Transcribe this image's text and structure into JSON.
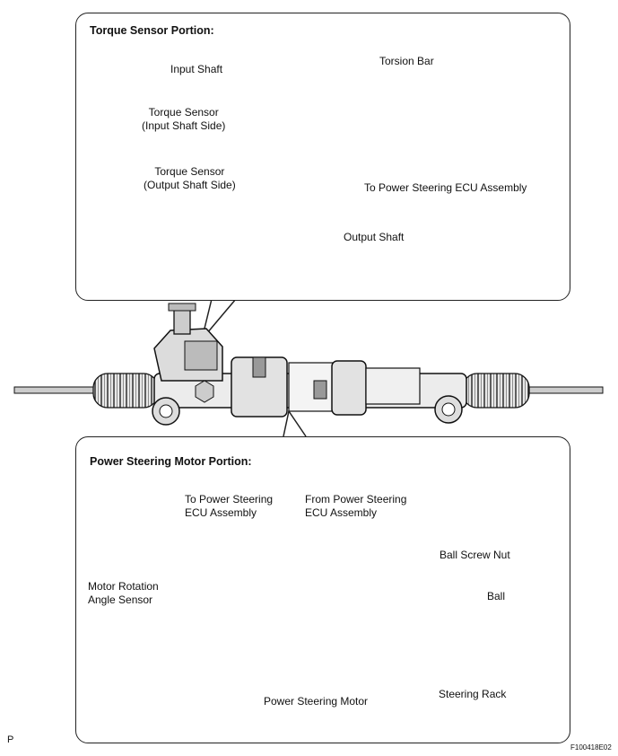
{
  "torque_panel": {
    "title": "Torque Sensor Portion:",
    "labels": {
      "input_shaft": "Input Shaft",
      "torsion_bar": "Torsion Bar",
      "sensor_input_l1": "Torque Sensor",
      "sensor_input_l2": "(Input Shaft Side)",
      "sensor_output_l1": "Torque Sensor",
      "sensor_output_l2": "(Output Shaft Side)",
      "to_ecu": "To Power Steering ECU Assembly",
      "output_shaft": "Output Shaft"
    }
  },
  "motor_panel": {
    "title": "Power Steering Motor Portion:",
    "labels": {
      "to_ecu_l1": "To Power Steering",
      "to_ecu_l2": "ECU Assembly",
      "from_ecu_l1": "From Power Steering",
      "from_ecu_l2": "ECU Assembly",
      "ball_screw_nut": "Ball Screw Nut",
      "ball": "Ball",
      "motor_angle_l1": "Motor Rotation",
      "motor_angle_l2": "Angle Sensor",
      "motor": "Power Steering Motor",
      "rack": "Steering Rack"
    }
  },
  "footer": {
    "page_mark": "P",
    "figure_code": "F100418E02"
  }
}
